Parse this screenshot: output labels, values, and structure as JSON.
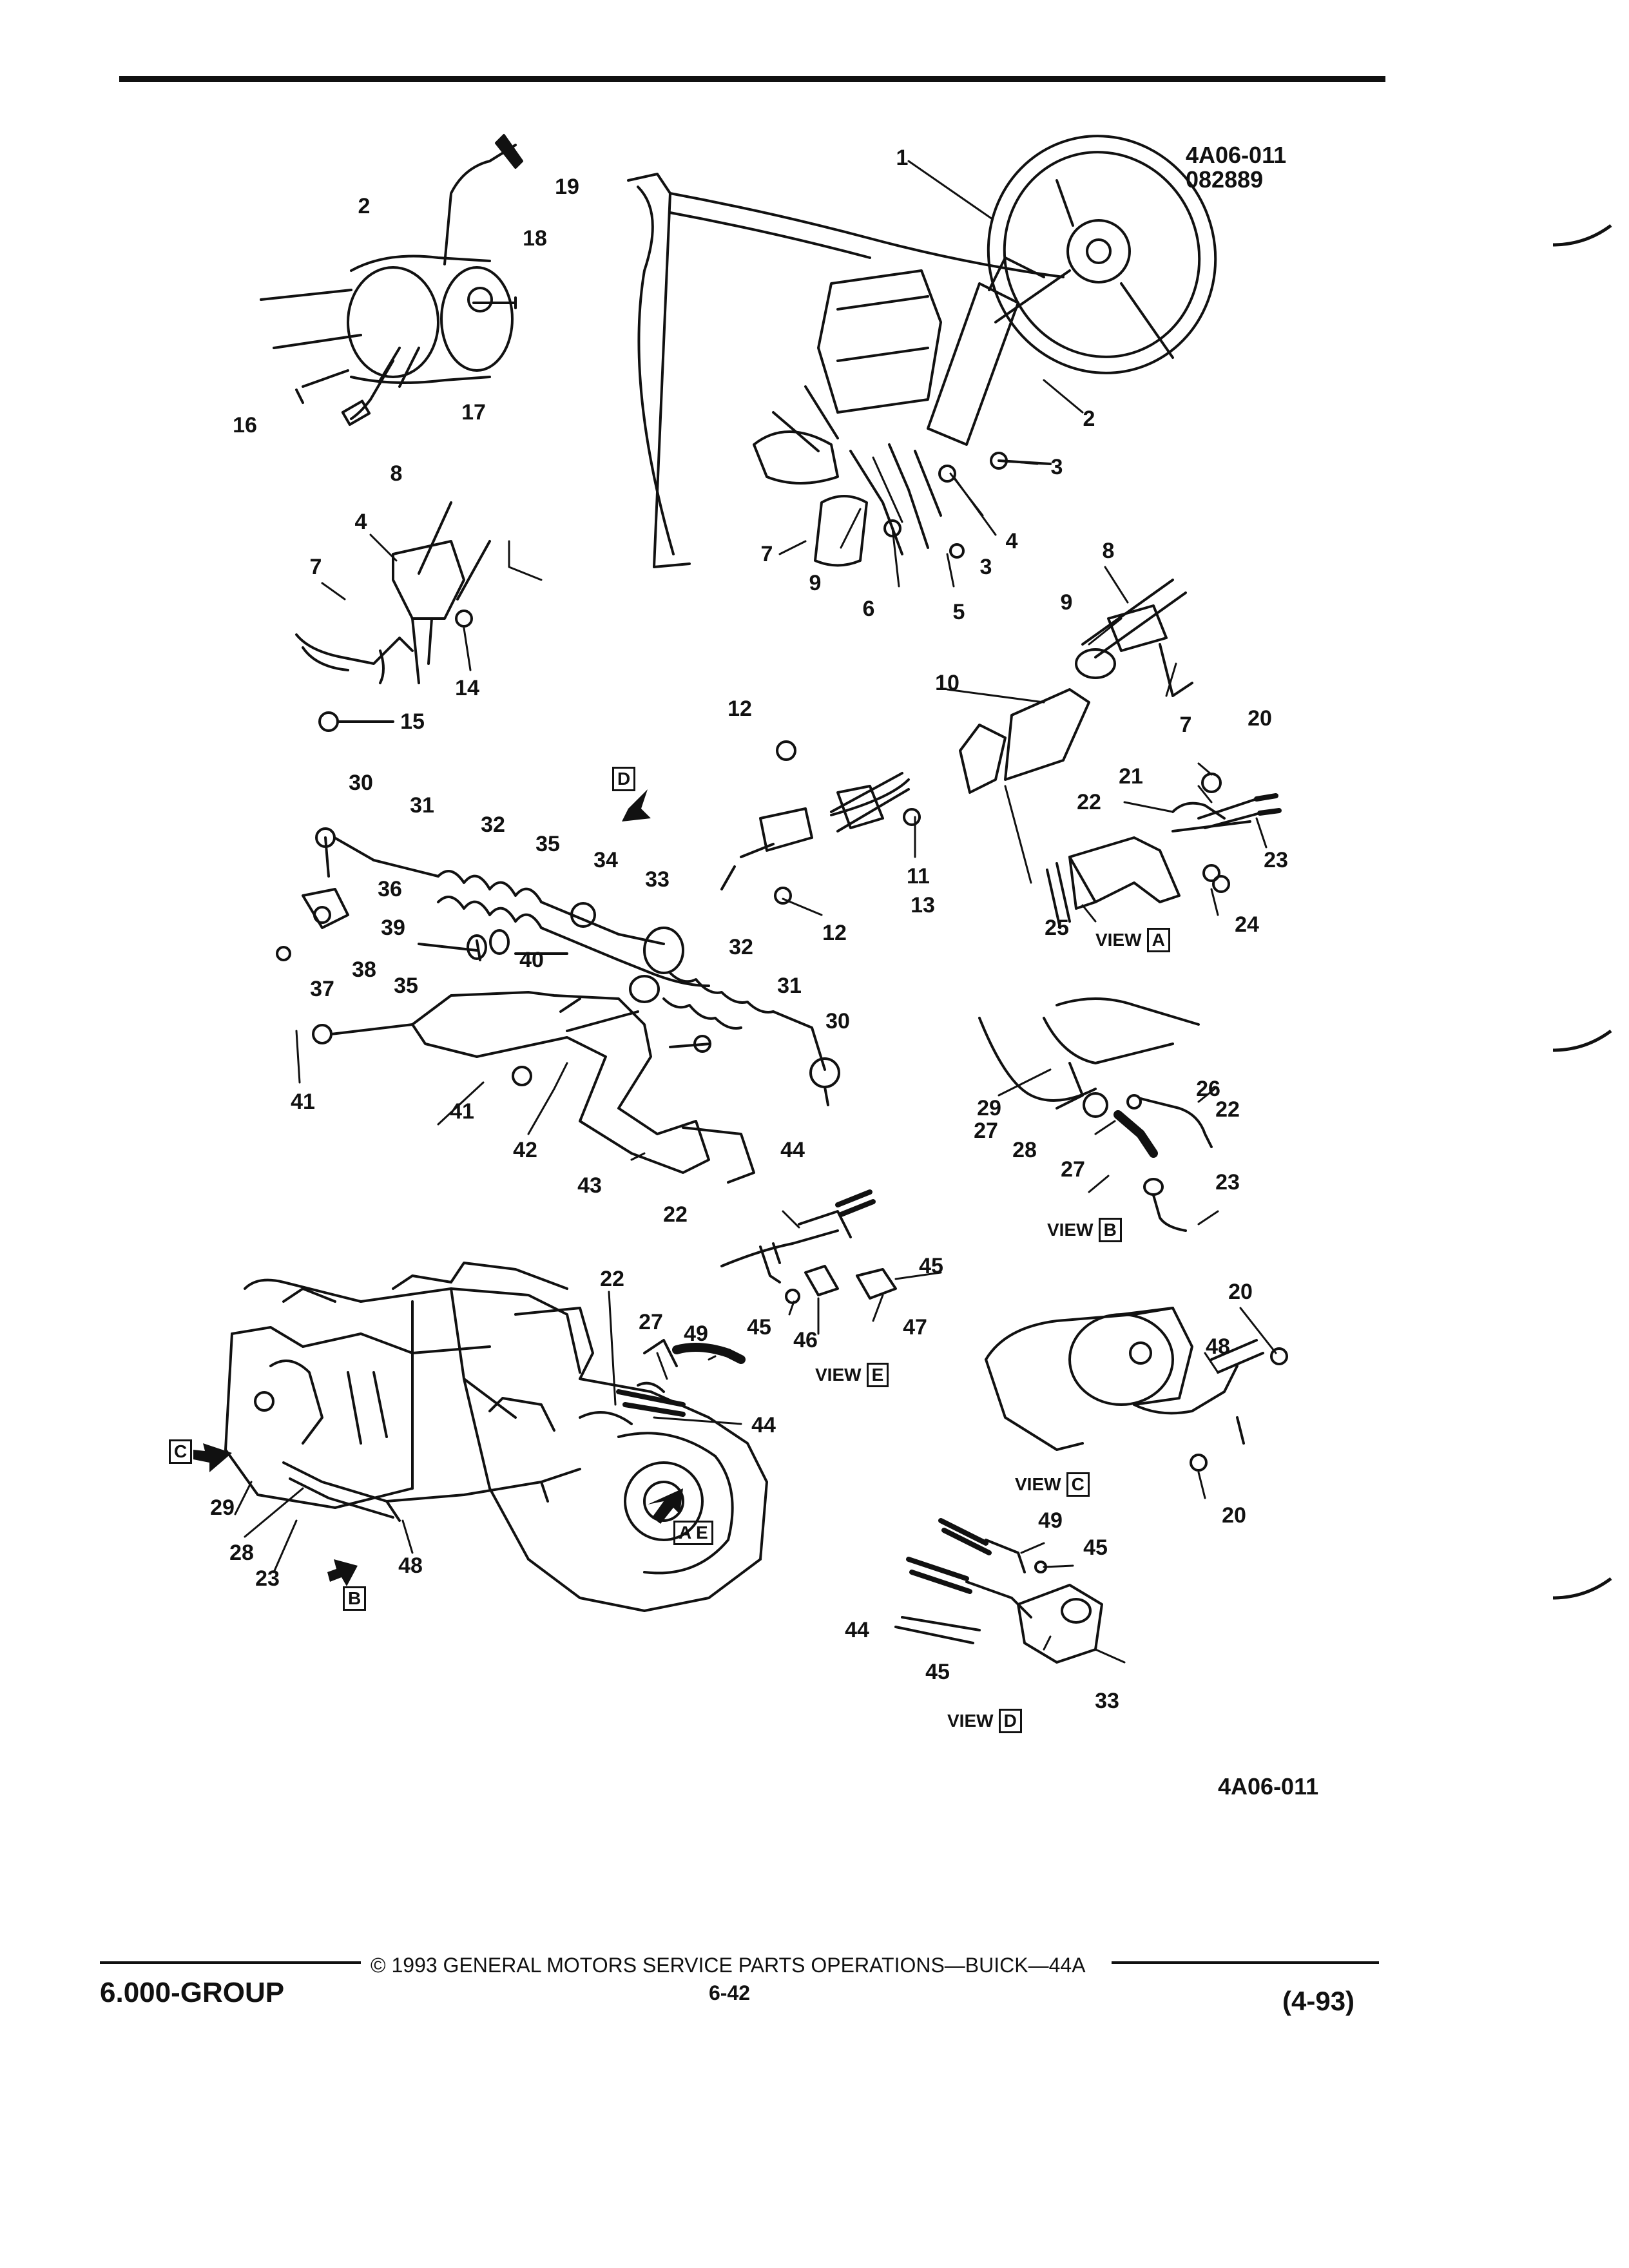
{
  "doc": {
    "ref_top_line1": "4A06-011",
    "ref_top_line2": "082889",
    "ref_bottom": "4A06-011",
    "copyright": "© 1993 GENERAL MOTORS SERVICE PARTS OPERATIONS—BUICK—44A",
    "group": "6.000-GROUP",
    "page": "6-42",
    "date": "(4-93)"
  },
  "views": {
    "a": {
      "word": "VIEW",
      "letter": "A"
    },
    "b": {
      "word": "VIEW",
      "letter": "B"
    },
    "c": {
      "word": "VIEW",
      "letter": "C"
    },
    "d": {
      "word": "VIEW",
      "letter": "D"
    },
    "e": {
      "word": "VIEW",
      "letter": "E"
    }
  },
  "arrow_letters": {
    "c": "C",
    "b": "B",
    "d": "D",
    "ae": "A E"
  },
  "callouts": [
    "1",
    "2",
    "2",
    "3",
    "3",
    "4",
    "4",
    "5",
    "6",
    "7",
    "7",
    "7",
    "8",
    "8",
    "9",
    "9",
    "10",
    "11",
    "12",
    "12",
    "13",
    "14",
    "15",
    "16",
    "17",
    "18",
    "19",
    "20",
    "20",
    "20",
    "21",
    "22",
    "22",
    "22",
    "22",
    "23",
    "23",
    "23",
    "24",
    "25",
    "26",
    "27",
    "27",
    "27",
    "28",
    "28",
    "29",
    "29",
    "30",
    "30",
    "31",
    "31",
    "32",
    "32",
    "33",
    "33",
    "34",
    "35",
    "35",
    "36",
    "37",
    "38",
    "39",
    "40",
    "41",
    "41",
    "42",
    "43",
    "44",
    "44",
    "44",
    "45",
    "45",
    "45",
    "45",
    "46",
    "47",
    "48",
    "48",
    "49",
    "49"
  ]
}
